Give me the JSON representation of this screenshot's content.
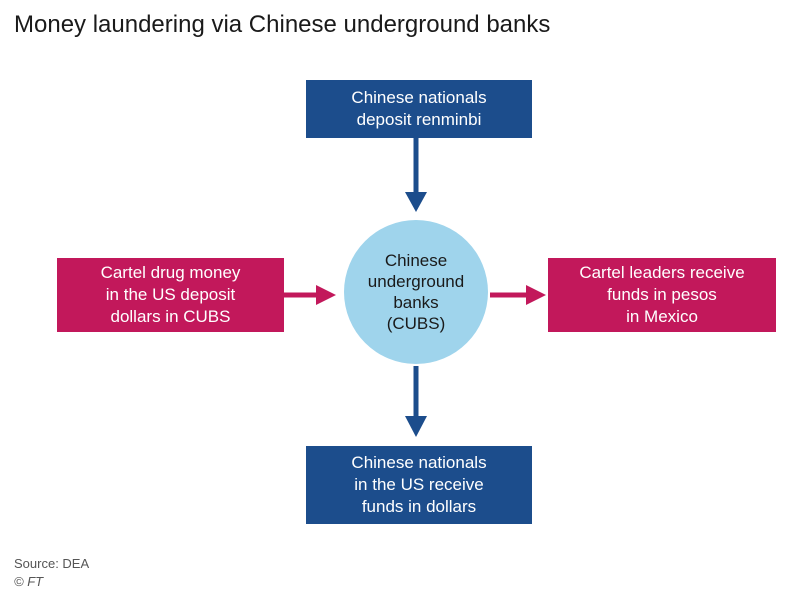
{
  "title": "Money laundering via Chinese underground banks",
  "colors": {
    "blue_box": "#1c4d8c",
    "red_box": "#c2185b",
    "circle": "#9fd4ec",
    "arrow_blue": "#1c4d8c",
    "arrow_red": "#c2185b"
  },
  "diagram": {
    "top_box": {
      "lines": [
        "Chinese nationals",
        "deposit renminbi"
      ]
    },
    "left_box": {
      "lines": [
        "Cartel drug money",
        "in the US deposit",
        "dollars in CUBS"
      ]
    },
    "center": {
      "lines": [
        "Chinese",
        "underground",
        "banks",
        "(CUBS)"
      ]
    },
    "right_box": {
      "lines": [
        "Cartel leaders receive",
        "funds in pesos",
        "in Mexico"
      ]
    },
    "bottom_box": {
      "lines": [
        "Chinese nationals",
        "in the US receive",
        "funds in dollars"
      ]
    }
  },
  "footer": {
    "source": "Source: DEA",
    "credit": "© FT"
  }
}
